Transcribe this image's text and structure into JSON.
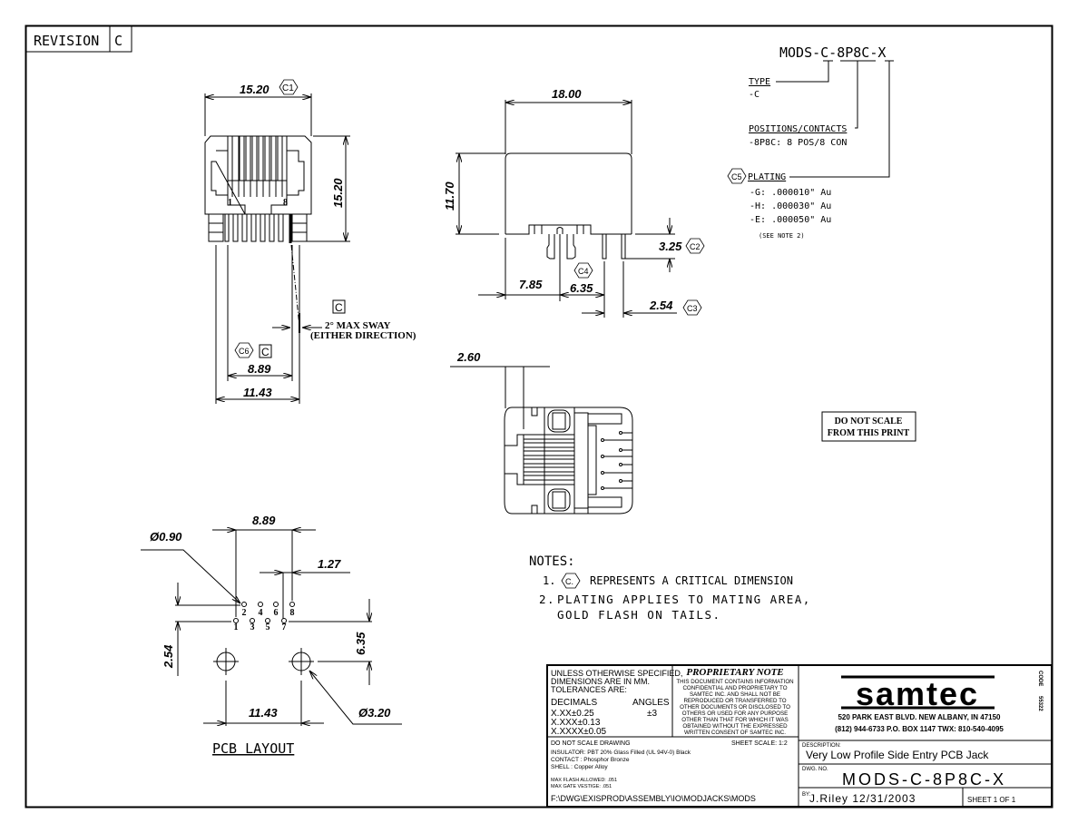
{
  "revision": {
    "label": "REVISION",
    "value": "C"
  },
  "part_number_callout": {
    "part_number": "MODS-C-8P8C-X",
    "type_label": "TYPE",
    "type_value": "-C",
    "positions_label": "POSITIONS/CONTACTS",
    "positions_value": "-8P8C: 8 POS/8 CON",
    "plating_marker": "C5",
    "plating_label": "PLATING",
    "plating_options": [
      "-G: .000010\" Au",
      "-H: .000030\" Au",
      "-E: .000050\" Au"
    ],
    "plating_note": "(SEE NOTE 2)"
  },
  "front_view": {
    "width_dim": "15.20",
    "width_marker": "C1",
    "height_dim": "15.20",
    "pin_first": "1",
    "pin_last": "8",
    "rev_flag_1": "C",
    "sway_text_1": "2° MAX SWAY",
    "sway_text_2": "(EITHER DIRECTION)",
    "pitch_marker": "C6",
    "rev_flag_2": "C",
    "pitch_dim": "8.89",
    "overall_dim": "11.43"
  },
  "side_view": {
    "length_dim": "18.00",
    "height_dim": "11.70",
    "tail_dim": "3.25",
    "tail_marker": "C2",
    "offset_dim": "7.85",
    "post_dim": "6.35",
    "post_marker": "C4",
    "spacing_dim": "2.54",
    "spacing_marker": "C3"
  },
  "top_view": {
    "offset_dim": "2.60"
  },
  "do_not_scale": {
    "line1": "DO NOT SCALE",
    "line2": "FROM THIS PRINT"
  },
  "pcb_layout": {
    "title": "PCB LAYOUT",
    "hole_dia": "Ø0.90",
    "span_dim": "8.89",
    "pitch_dim": "1.27",
    "row_dim": "2.54",
    "post_row_dim": "6.35",
    "post_span_dim": "11.43",
    "post_dia": "Ø3.20",
    "top_row_pins": [
      "2",
      "4",
      "6",
      "8"
    ],
    "bottom_row_pins": [
      "1",
      "3",
      "5",
      "7"
    ]
  },
  "notes": {
    "title": "NOTES:",
    "items": [
      {
        "num": "1.",
        "marker": "C.",
        "text": "REPRESENTS A CRITICAL DIMENSION"
      },
      {
        "num": "2.",
        "text": "PLATING APPLIES TO MATING AREA,",
        "text2": "GOLD FLASH ON TAILS."
      }
    ]
  },
  "title_block": {
    "tolerance_header": [
      "UNLESS OTHERWISE SPECIFIED,",
      "DIMENSIONS ARE IN MM.",
      "TOLERANCES ARE:"
    ],
    "decimals_label": "DECIMALS",
    "angles_label": "ANGLES",
    "tolerances": [
      "X.XX±0.25",
      "X.XXX±0.13",
      "X.XXXX±0.05"
    ],
    "angle_tol": "±3",
    "proprietary_title": "PROPRIETARY NOTE",
    "proprietary_text": [
      "THIS DOCUMENT CONTAINS INFORMATION",
      "CONFIDENTIAL AND PROPRIETARY TO",
      "SAMTEC INC. AND SHALL NOT BE",
      "REPRODUCED OR TRANSFERRED TO",
      "OTHER DOCUMENTS OR DISCLOSED TO",
      "OTHERS OR USED FOR ANY PURPOSE",
      "OTHER THAN THAT FOR WHICH IT WAS",
      "OBTAINED WITHOUT THE EXPRESSED",
      "WRITTEN CONSENT OF SAMTEC INC."
    ],
    "do_not_scale": "DO NOT SCALE DRAWING",
    "sheet_scale": "SHEET SCALE: 1:2",
    "materials": [
      "INSULATOR: PBT 20% Glass Filled (UL 94V-0) Black",
      "CONTACT : Phosphor Bronze",
      "SHELL : Copper Alloy"
    ],
    "flash": [
      "MAX FLASH ALLOWED: .051",
      "MAX GATE VESTIGE: .051"
    ],
    "file_path": "F:\\DWG\\EXISPROD\\ASSEMBLY\\IO\\MODJACKS\\MODS",
    "company_logo": "samtec",
    "address": "520 PARK EAST BLVD. NEW ALBANY, IN 47150",
    "phone": "(812) 944-6733  P.O. BOX 1147  TWX: 810-540-4095",
    "side_code_1": "CODE",
    "side_code_2": "55322",
    "description_label": "DESCRIPTION:",
    "description": "Very Low Profile Side Entry PCB Jack",
    "dwg_no_label": "DWG. NO.",
    "dwg_no": "MODS-C-8P8C-X",
    "by_label": "BY:",
    "by_value": "J.Riley 12/31/2003",
    "sheet": "SHEET 1 OF 1"
  }
}
